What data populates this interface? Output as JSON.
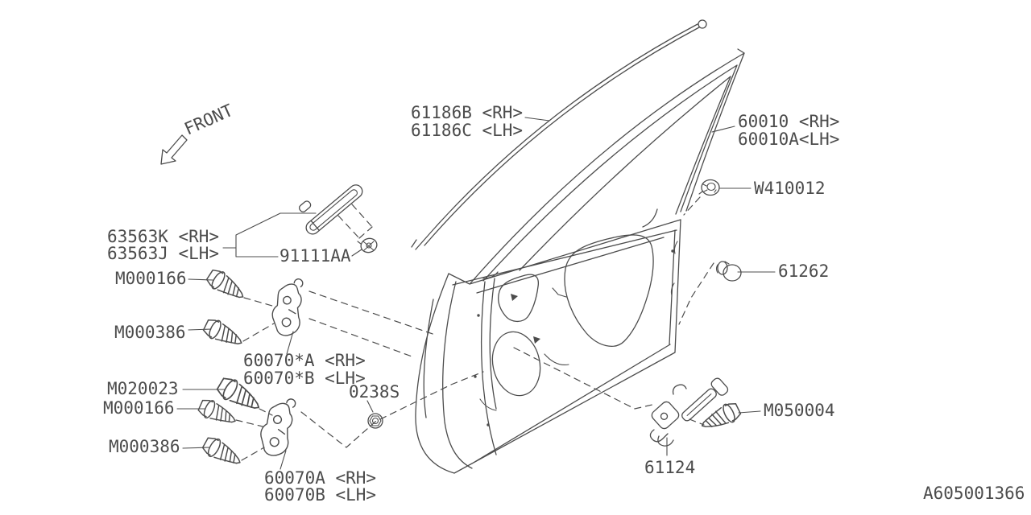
{
  "drawing": {
    "number": "A605001366",
    "front_indicator": "FRONT",
    "colors": {
      "line": "#4c4c4c",
      "background": "#ffffff"
    },
    "labels": {
      "weatherstrip_rh": "61186B <RH>",
      "weatherstrip_lh": "61186C <LH>",
      "door_panel_rh": "60010 <RH>",
      "door_panel_lh": "60010A<LH>",
      "grommet": "W410012",
      "handle_cover_rh": "63563K <RH>",
      "handle_cover_lh": "63563J <LH>",
      "clip": "91111AA",
      "upper_hinge_screw_1": "M000166",
      "upper_hinge_screw_2": "M000386",
      "upper_hinge_rh": "60070*A <RH>",
      "upper_hinge_lh": "60070*B <LH>",
      "lower_hinge_bolt": "M020023",
      "lower_hinge_screw_1": "M000166",
      "tapping_nut": "0238S",
      "lower_hinge_screw_2": "M000386",
      "lower_hinge_rh": "60070A <RH>",
      "lower_hinge_lh": "60070B <LH>",
      "door_check": "61124",
      "door_check_bolt": "M050004",
      "hole_plug": "61262"
    }
  }
}
